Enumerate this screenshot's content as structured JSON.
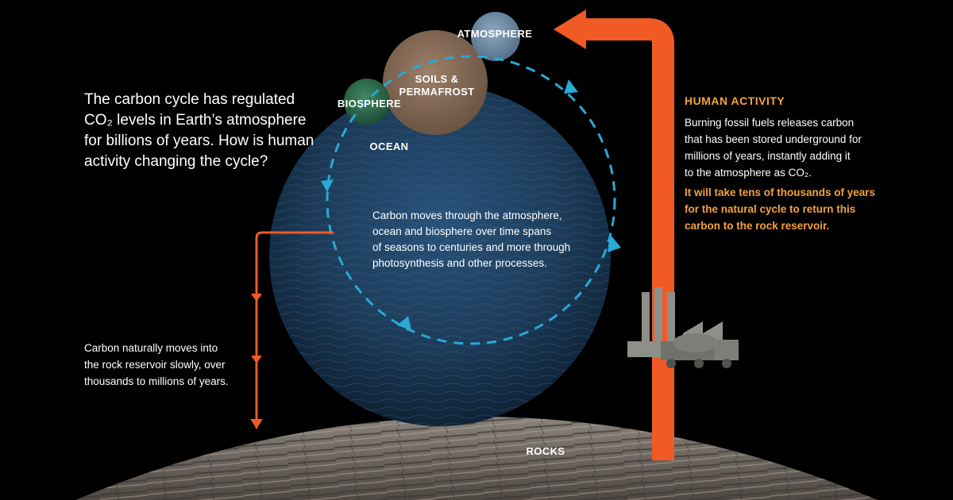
{
  "colors": {
    "background": "#000000",
    "arrow_orange": "#f15a24",
    "highlight_orange": "#f4a23c",
    "cycle_blue": "#29a9d6",
    "ocean": "#1d3c5a",
    "soils": "#8a6f5c",
    "biosphere": "#2e6b4e",
    "atmosphere": "#6c8aa6",
    "rocks": "#6b6660",
    "factory": "#8d9089"
  },
  "intro": {
    "line1": "The carbon cycle has regulated",
    "line2": "CO₂ levels in Earth’s atmosphere",
    "line3": "for billions of years. How is human",
    "line4": "activity changing the cycle?"
  },
  "labels": {
    "atmosphere": "ATMOSPHERE",
    "soils_line1": "SOILS &",
    "soils_line2": "PERMAFROST",
    "biosphere": "BIOSPHERE",
    "ocean": "OCEAN",
    "rocks": "ROCKS"
  },
  "cycle_text": {
    "line1": "Carbon moves through the atmosphere,",
    "line2": "ocean and biosphere over time spans",
    "line3": "of seasons to centuries and more through",
    "line4": "photosynthesis and other processes."
  },
  "natural_text": {
    "line1": "Carbon naturally moves into",
    "line2": "the rock reservoir slowly, over",
    "line3": "thousands to millions of years."
  },
  "human": {
    "title": "HUMAN ACTIVITY",
    "line1": "Burning fossil fuels releases carbon",
    "line2": "that has been stored underground for",
    "line3": "millions of years, instantly adding it",
    "line4": "to the atmosphere as CO₂.",
    "emph1": "It will take tens of thousands of years",
    "emph2": "for the natural cycle to return this",
    "emph3": "carbon to the rock reservoir."
  },
  "icons": {
    "factory": "factory-icon",
    "truck": "truck-icon"
  }
}
